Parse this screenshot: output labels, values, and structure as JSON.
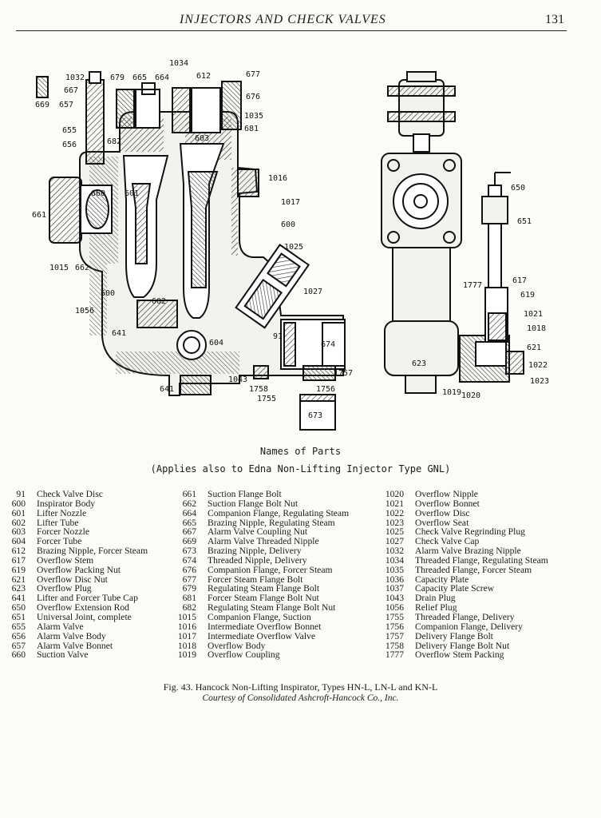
{
  "header": {
    "title": "INJECTORS AND CHECK VALVES",
    "page_number": "131"
  },
  "drawing": {
    "main_labels": [
      "1032",
      "667",
      "669",
      "657",
      "655",
      "656",
      "679",
      "665",
      "664",
      "1034",
      "612",
      "677",
      "676",
      "1035",
      "681",
      "603",
      "682",
      "660",
      "601",
      "661",
      "1015",
      "662",
      "1016",
      "1017",
      "600",
      "1025",
      "1027",
      "600",
      "1056",
      "602",
      "641",
      "604",
      "91",
      "674",
      "1043",
      "1757",
      "1758",
      "1755",
      "1756",
      "641",
      "673"
    ],
    "side_labels": [
      "650",
      "651",
      "1777",
      "617",
      "619",
      "1021",
      "1018",
      "621",
      "1022",
      "1023",
      "623",
      "1019",
      "1020"
    ]
  },
  "parts": {
    "title": "Names of Parts",
    "subtitle": "(Applies also to Edna Non-Lifting Injector Type GNL)",
    "columns": [
      [
        {
          "no": "91",
          "name": "Check Valve Disc"
        },
        {
          "no": "600",
          "name": "Inspirator Body"
        },
        {
          "no": "601",
          "name": "Lifter Nozzle"
        },
        {
          "no": "602",
          "name": "Lifter Tube"
        },
        {
          "no": "603",
          "name": "Forcer Nozzle"
        },
        {
          "no": "604",
          "name": "Forcer Tube"
        },
        {
          "no": "612",
          "name": "Brazing Nipple, Forcer Steam"
        },
        {
          "no": "617",
          "name": "Overflow Stem"
        },
        {
          "no": "619",
          "name": "Overflow Packing Nut"
        },
        {
          "no": "621",
          "name": "Overflow Disc Nut"
        },
        {
          "no": "623",
          "name": "Overflow Plug"
        },
        {
          "no": "641",
          "name": "Lifter and Forcer Tube Cap"
        },
        {
          "no": "650",
          "name": "Overflow Extension Rod"
        },
        {
          "no": "651",
          "name": "Universal Joint, complete"
        },
        {
          "no": "655",
          "name": "Alarm Valve"
        },
        {
          "no": "656",
          "name": "Alarm Valve Body"
        },
        {
          "no": "657",
          "name": "Alarm Valve Bonnet"
        },
        {
          "no": "660",
          "name": "Suction Valve"
        }
      ],
      [
        {
          "no": "661",
          "name": "Suction Flange Bolt"
        },
        {
          "no": "662",
          "name": "Suction Flange Bolt Nut"
        },
        {
          "no": "664",
          "name": "Companion Flange, Regulating Steam"
        },
        {
          "no": "665",
          "name": "Brazing Nipple, Regulating Steam"
        },
        {
          "no": "667",
          "name": "Alarm Valve Coupling Nut"
        },
        {
          "no": "669",
          "name": "Alarm Valve Threaded Nipple"
        },
        {
          "no": "673",
          "name": "Brazing Nipple, Delivery"
        },
        {
          "no": "674",
          "name": "Threaded Nipple, Delivery"
        },
        {
          "no": "676",
          "name": "Companion Flange, Forcer Steam"
        },
        {
          "no": "677",
          "name": "Forcer Steam Flange Bolt"
        },
        {
          "no": "679",
          "name": "Regulating Steam Flange Bolt"
        },
        {
          "no": "681",
          "name": "Forcer Steam Flange Bolt Nut"
        },
        {
          "no": "682",
          "name": "Regulating Steam Flange Bolt Nut"
        },
        {
          "no": "1015",
          "name": "Companion Flange, Suction"
        },
        {
          "no": "1016",
          "name": "Intermediate Overflow Bonnet"
        },
        {
          "no": "1017",
          "name": "Intermediate Overflow Valve"
        },
        {
          "no": "1018",
          "name": "Overflow Body"
        },
        {
          "no": "1019",
          "name": "Overflow Coupling"
        }
      ],
      [
        {
          "no": "1020",
          "name": "Overflow Nipple"
        },
        {
          "no": "1021",
          "name": "Overflow Bonnet"
        },
        {
          "no": "1022",
          "name": "Overflow Disc"
        },
        {
          "no": "1023",
          "name": "Overflow Seat"
        },
        {
          "no": "1025",
          "name": "Check Valve Regrinding Plug"
        },
        {
          "no": "1027",
          "name": "Check Valve Cap"
        },
        {
          "no": "1032",
          "name": "Alarm Valve Brazing Nipple"
        },
        {
          "no": "1034",
          "name": "Threaded Flange, Regulating Steam"
        },
        {
          "no": "1035",
          "name": "Threaded Flange, Forcer Steam"
        },
        {
          "no": "1036",
          "name": "Capacity Plate"
        },
        {
          "no": "1037",
          "name": "Capacity Plate Screw"
        },
        {
          "no": "1043",
          "name": "Drain Plug"
        },
        {
          "no": "1056",
          "name": "Relief Plug"
        },
        {
          "no": "1755",
          "name": "Threaded Flange, Delivery"
        },
        {
          "no": "1756",
          "name": "Companion Flange, Delivery"
        },
        {
          "no": "1757",
          "name": "Delivery Flange Bolt"
        },
        {
          "no": "1758",
          "name": "Delivery Flange Bolt Nut"
        },
        {
          "no": "1777",
          "name": "Overflow Stem Packing"
        }
      ]
    ]
  },
  "figure": {
    "caption": "Fig. 43.  Hancock Non-Lifting Inspirator, Types HN-L, LN-L and KN-L",
    "credit": "Courtesy of Consolidated Ashcroft-Hancock Co., Inc."
  }
}
